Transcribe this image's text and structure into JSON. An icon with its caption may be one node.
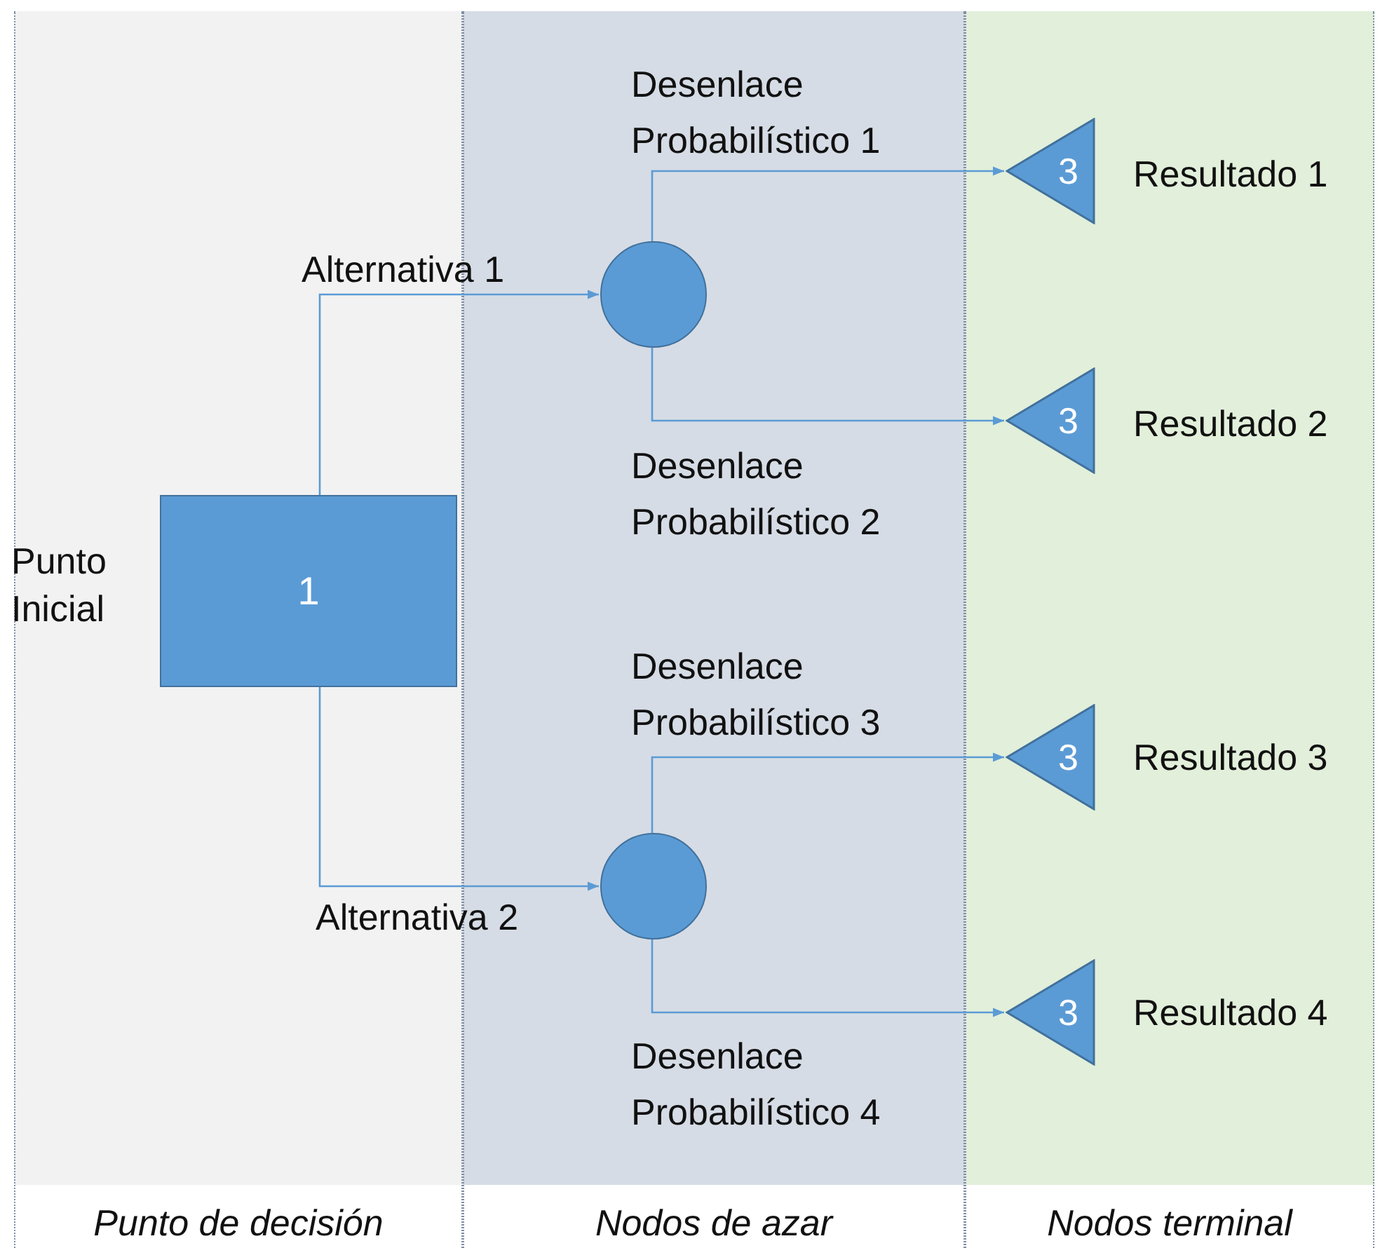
{
  "diagram": {
    "nodes": [
      {
        "text": [
          "Punto de decisión"
        ]
      },
      {
        "text": [
          "Nodos de azar"
        ]
      },
      {
        "text": [
          "Nodos terminal"
        ]
      },
      {
        "text": [
          "1"
        ],
        "beside": [
          "Punto Inicial"
        ],
        "in": 0
      },
      {
        "text": [],
        "shape": "circle",
        "in": 1
      },
      {
        "text": [],
        "shape": "circle",
        "in": 1
      },
      {
        "text": [
          "3"
        ],
        "beside": [
          "Resultado 1"
        ],
        "in": 2
      },
      {
        "text": [
          "3"
        ],
        "beside": [
          "Resultado 2"
        ],
        "in": 2
      },
      {
        "text": [
          "3"
        ],
        "beside": [
          "Resultado 3"
        ],
        "in": 2
      },
      {
        "text": [
          "3"
        ],
        "beside": [
          "Resultado 4"
        ],
        "in": 2
      }
    ],
    "edges": [
      {
        "from": 3,
        "to": 4,
        "arrow": "to",
        "label": "Alternativa 1"
      },
      {
        "from": 3,
        "to": 5,
        "arrow": "to",
        "label": "Alternativa 2"
      },
      {
        "from": 4,
        "to": 6,
        "arrow": "to",
        "label": "Desenlace Probabilístico 1"
      },
      {
        "from": 4,
        "to": 7,
        "arrow": "to",
        "label": "Desenlace Probabilístico 2"
      },
      {
        "from": 5,
        "to": 8,
        "arrow": "to",
        "label": "Desenlace Probabilístico 3"
      },
      {
        "from": 5,
        "to": 9,
        "arrow": "to",
        "label": "Desenlace Probabilístico 4"
      }
    ]
  }
}
